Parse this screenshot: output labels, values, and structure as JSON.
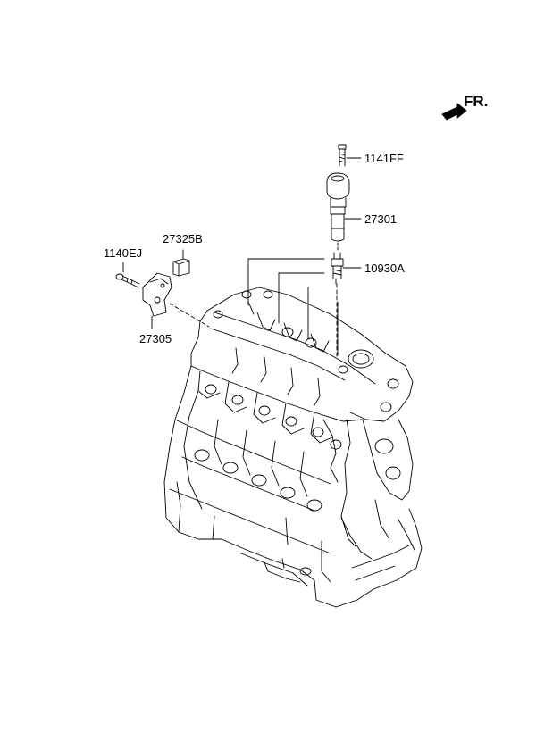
{
  "diagram": {
    "direction_label": "FR.",
    "parts": [
      {
        "id": "bolt-1141ff",
        "number": "1141FF"
      },
      {
        "id": "ignition-coil",
        "number": "27301"
      },
      {
        "id": "spark-plug",
        "number": "10930A"
      },
      {
        "id": "condenser-bracket",
        "number": "27325B"
      },
      {
        "id": "bolt-1140ej",
        "number": "1140EJ"
      },
      {
        "id": "bracket-assy",
        "number": "27305"
      }
    ],
    "icons": {
      "direction": "arrow-front-icon",
      "engine": "engine-block-drawing"
    },
    "colors": {
      "line": "#000000",
      "background": "#ffffff"
    }
  }
}
